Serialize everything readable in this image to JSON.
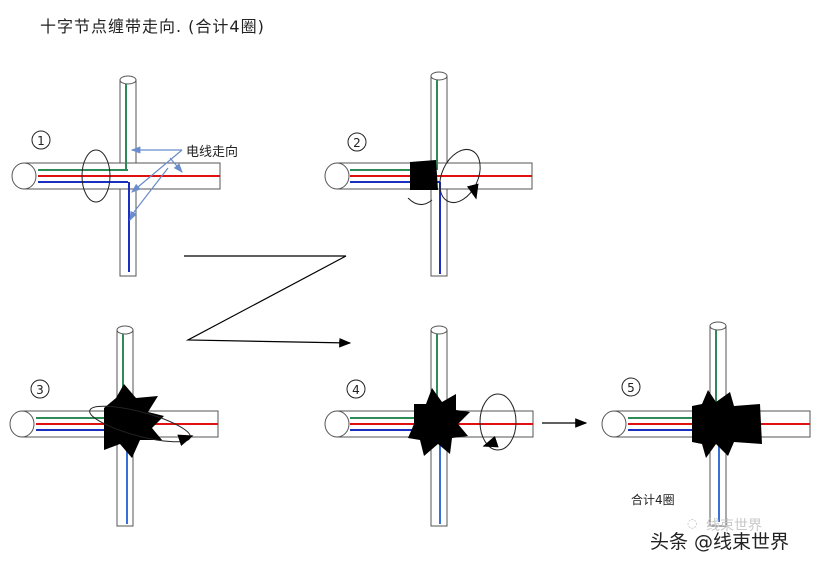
{
  "title": "十字节点缠带走向. (合计4圈)",
  "steps": [
    "1",
    "2",
    "3",
    "4",
    "5"
  ],
  "annotation_wire_direction": "电线走向",
  "total_label": "合计4圈",
  "watermark": "头条 @线束世界",
  "watermark_ghost": "线束世界",
  "colors": {
    "wire_green": "#2e8b57",
    "wire_red": "#e01010",
    "wire_blue": "#1a2fbf",
    "wire_blue_light": "#3a6fd8",
    "tape": "#000000",
    "annotation_arrow": "#6a8ccc"
  }
}
